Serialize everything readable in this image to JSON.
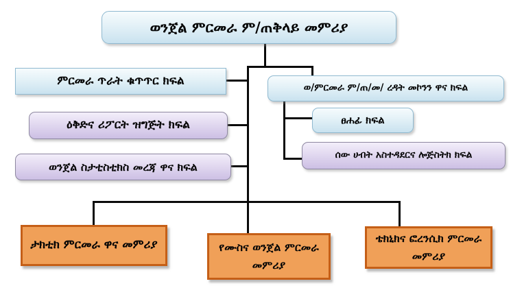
{
  "diagram": {
    "type": "org-chart",
    "language": "Amharic",
    "root_node": {
      "label": "ወንጀል ምርመራ ም/ጠቅላይ መምሪያ",
      "color": "blue"
    },
    "left_nodes": [
      {
        "label": "ምርመራ ጥራት ቁጥጥር  ክፍል",
        "color": "blue"
      },
      {
        "label": "ዕቅድና ሪፖርት ዝግጅት ክፍል",
        "color": "purple"
      },
      {
        "label": "ወንጀል ስታቲስቲክስ መረጃ ዋና ክፍል",
        "color": "purple"
      }
    ],
    "right_nodes": [
      {
        "label": "ወ/ምርመራ ም/ጠ/መ/ ረዳት መኮንን ዋና ክፍል",
        "color": "blue"
      },
      {
        "label": "ፀሐፊ ክፍል",
        "color": "blue"
      },
      {
        "label": "ሰው ሀብት አስተዳደርና ሎጅስትክ  ክፍል",
        "color": "purple"
      }
    ],
    "bottom_nodes": [
      {
        "label": "ታክቲክ ምርመራ ዋና መምሪያ",
        "color": "orange"
      },
      {
        "label": "የሙስና ወንጀል ምርመራ መምሪያ",
        "color": "orange"
      },
      {
        "label": "ቴክኒክና ፎረንሲክ ምርመራ መምሪያ",
        "color": "orange"
      }
    ],
    "colors": {
      "blue_fill_top": "#f6fbfd",
      "blue_fill_bottom": "#c9e2ef",
      "blue_border": "#8fb9d0",
      "purple_fill_top": "#f3eefa",
      "purple_fill_bottom": "#ccbfe4",
      "purple_border": "#8d87a0",
      "orange_fill": "#f0a058",
      "orange_border": "#c55f17",
      "connector": "#0a0a0a",
      "text": "#050505",
      "background": "#ffffff"
    }
  }
}
